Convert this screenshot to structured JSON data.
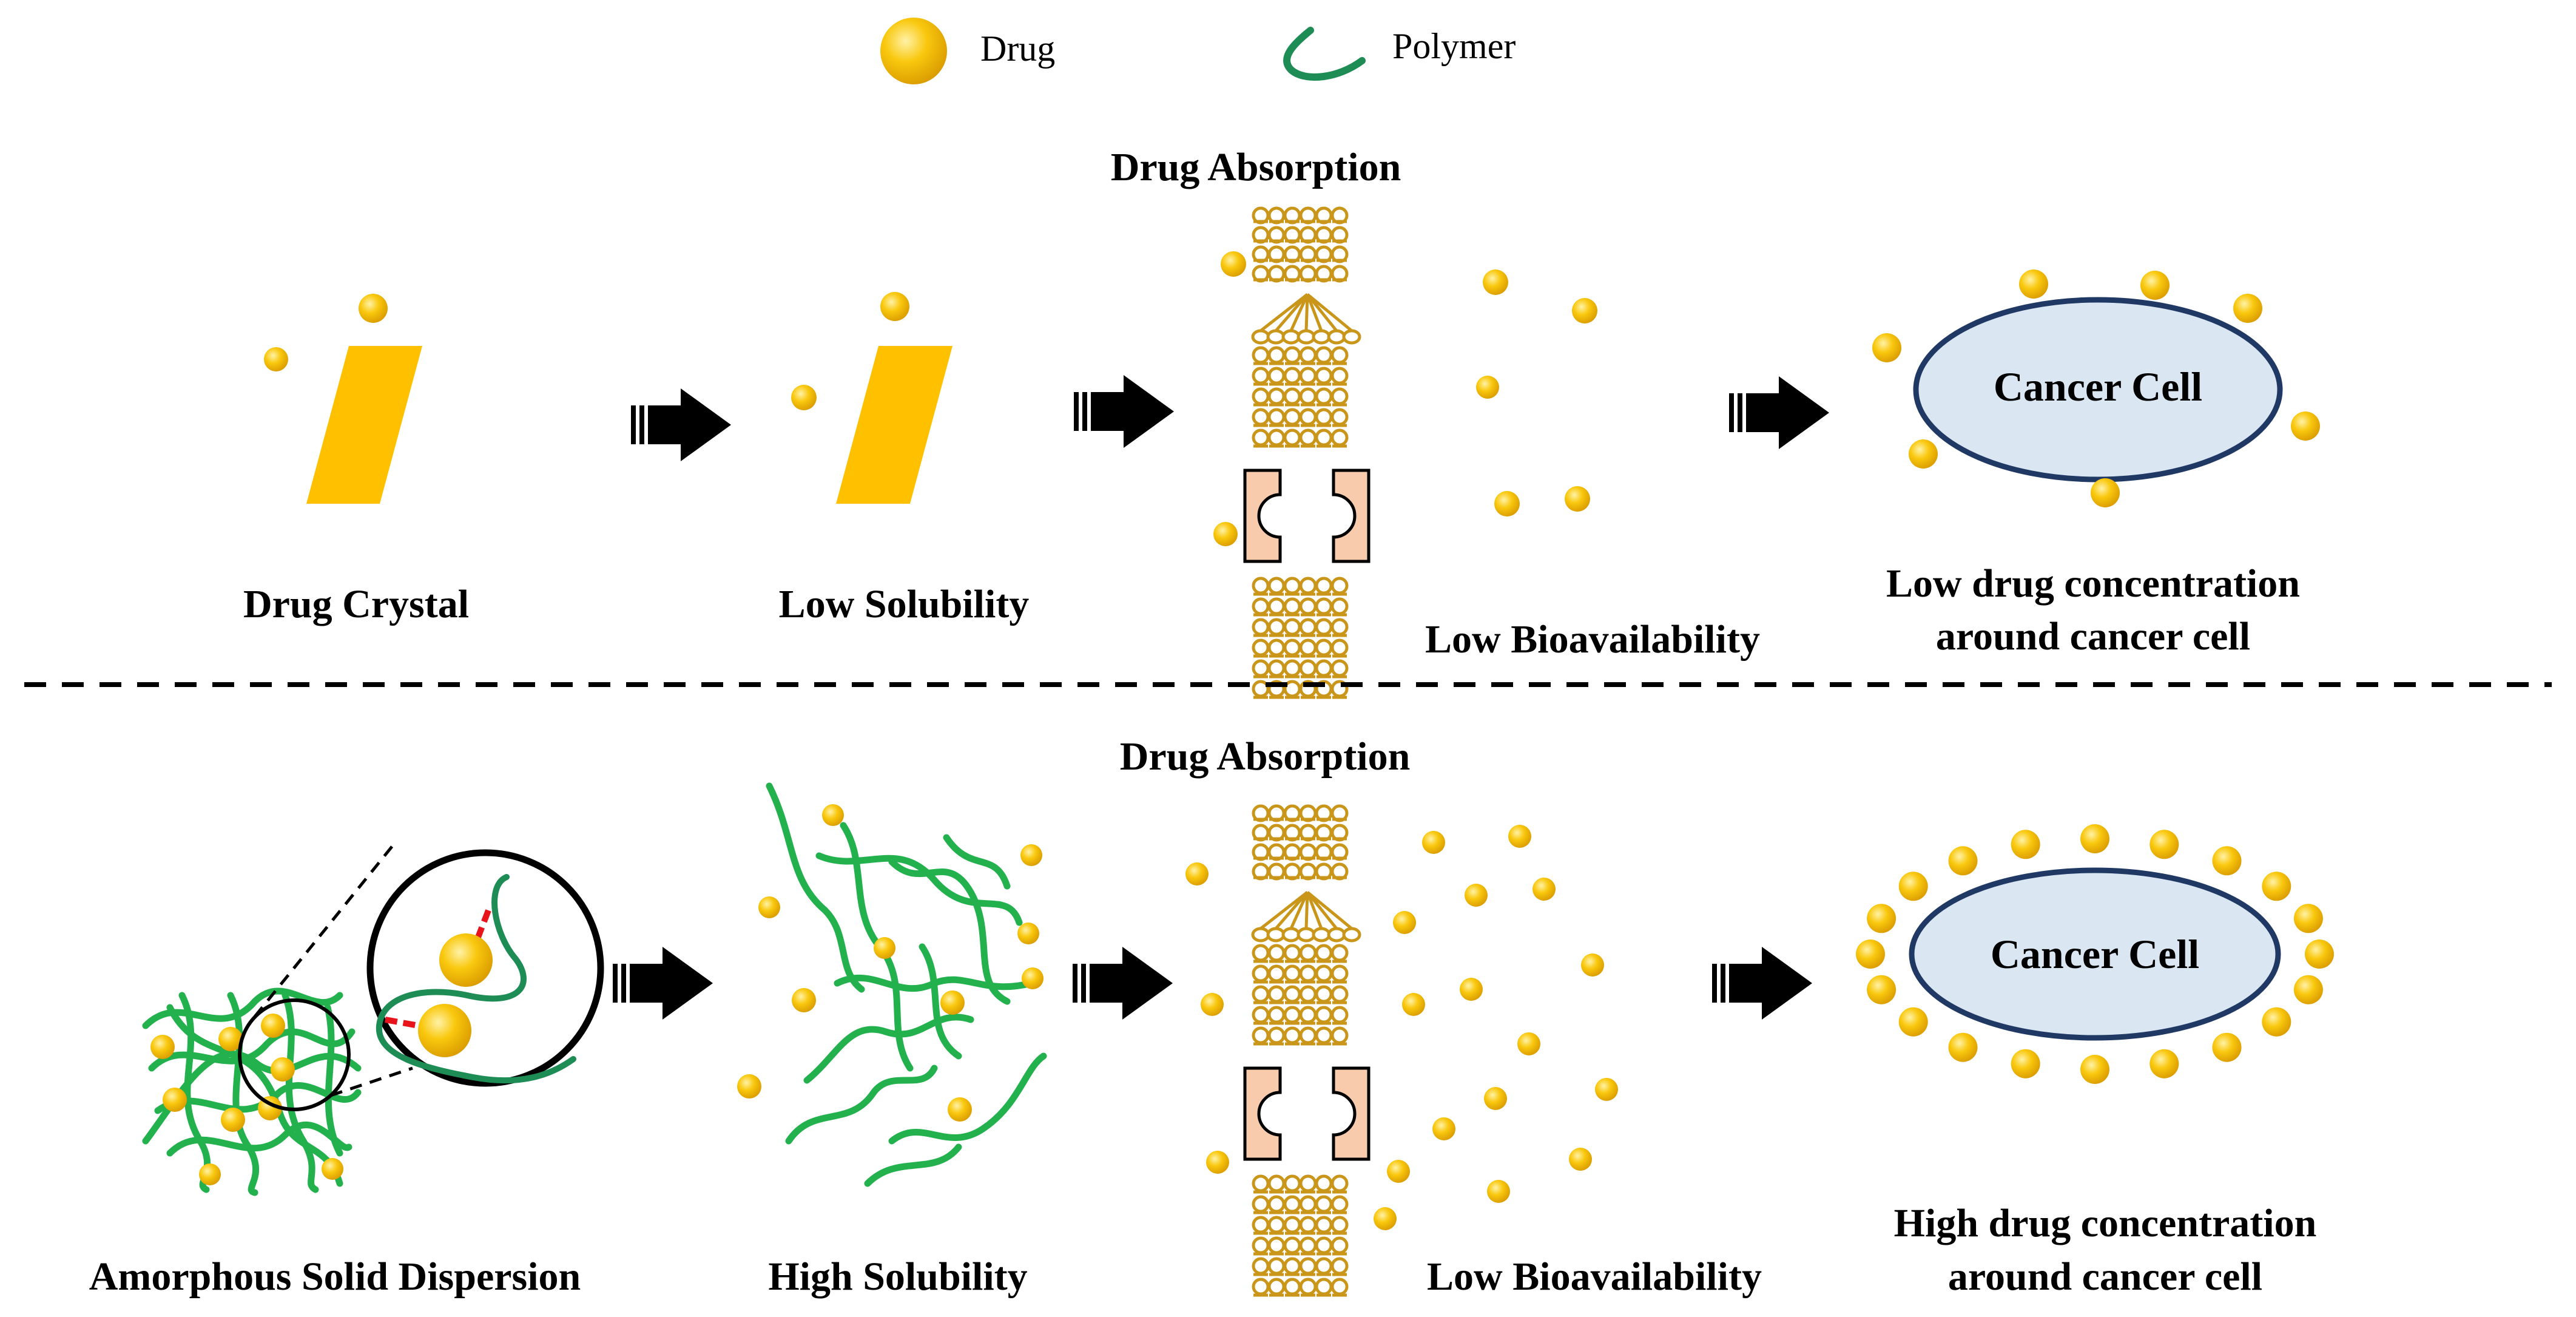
{
  "legend": {
    "drug": "Drug",
    "polymer": "Polymer"
  },
  "top": {
    "absorption_title": "Drug Absorption",
    "step1": "Drug Crystal",
    "step2": "Low Solubility",
    "step3": "Low Bioavailability",
    "step4_line1": "Low drug concentration",
    "step4_line2": "around cancer cell",
    "cell_label": "Cancer Cell"
  },
  "bottom": {
    "absorption_title": "Drug Absorption",
    "step1": "Amorphous Solid Dispersion",
    "step2": "High Solubility",
    "step3": "Low Bioavailability",
    "step4_line1": "High drug concentration",
    "step4_line2": "around cancer cell",
    "cell_label": "Cancer Cell"
  },
  "colors": {
    "drug": "#F5B800",
    "crystal": "#FFC000",
    "polymer": "#22B14C",
    "polymer_dark": "#1E8C55",
    "lipid": "#D9A520",
    "channel": "#F8CBAD",
    "cell_fill": "#DAE6F2",
    "cell_stroke": "#1F3864",
    "bond": "#E8141B"
  }
}
